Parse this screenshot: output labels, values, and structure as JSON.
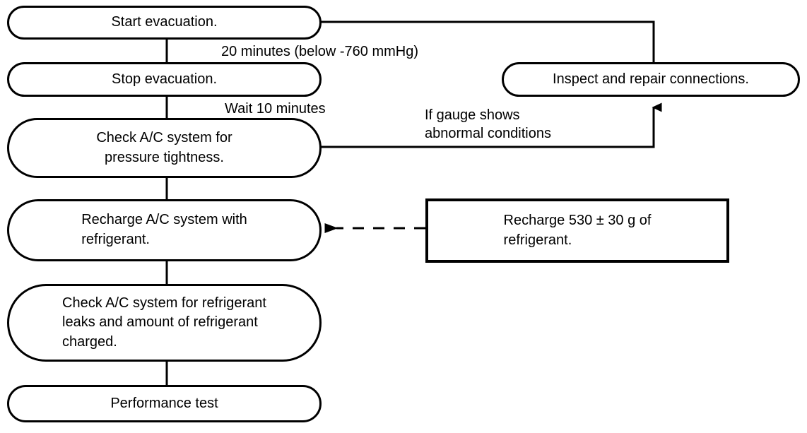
{
  "diagram": {
    "title": "A/C system evacuation and recharge procedure flowchart",
    "stroke_color": "#000000",
    "background_color": "#ffffff",
    "nodes": [
      {
        "id": "start-evacuation",
        "shape": "stadium",
        "text": "Start evacuation.",
        "align": "center"
      },
      {
        "id": "stop-evacuation",
        "shape": "stadium",
        "text": "Stop evacuation.",
        "align": "center"
      },
      {
        "id": "check-pressure-tightness",
        "shape": "stadium",
        "text": "Check A/C system for\npressure tightness.",
        "align": "center"
      },
      {
        "id": "recharge-system",
        "shape": "stadium",
        "text": "Recharge A/C system with\nrefrigerant.",
        "align": "left"
      },
      {
        "id": "check-leaks",
        "shape": "stadium",
        "text": "Check A/C system for refrigerant\nleaks and amount of refrigerant\ncharged.",
        "align": "left"
      },
      {
        "id": "performance-test",
        "shape": "stadium",
        "text": "Performance test",
        "align": "center"
      },
      {
        "id": "inspect-repair",
        "shape": "stadium",
        "text": "Inspect and repair connections.",
        "align": "center"
      },
      {
        "id": "recharge-amount-note",
        "shape": "rectangle",
        "text": "Recharge 530 ± 30 g of\nrefrigerant.",
        "align": "left"
      }
    ],
    "edge_labels": [
      {
        "id": "evacuation-duration",
        "text": "20 minutes (below -760 mmHg)"
      },
      {
        "id": "wait-duration",
        "text": "Wait 10 minutes"
      },
      {
        "id": "abnormal-gauge-condition",
        "text": "If gauge shows\nabnormal conditions"
      }
    ],
    "connectors": [
      {
        "id": "start-to-stop",
        "from": "start-evacuation",
        "to": "stop-evacuation",
        "style": "solid",
        "arrow": false
      },
      {
        "id": "stop-to-check-pressure",
        "from": "stop-evacuation",
        "to": "check-pressure-tightness",
        "style": "solid",
        "arrow": false
      },
      {
        "id": "check-pressure-to-recharge",
        "from": "check-pressure-tightness",
        "to": "recharge-system",
        "style": "solid",
        "arrow": false
      },
      {
        "id": "recharge-to-check-leaks",
        "from": "recharge-system",
        "to": "check-leaks",
        "style": "solid",
        "arrow": false
      },
      {
        "id": "check-leaks-to-performance-test",
        "from": "check-leaks",
        "to": "performance-test",
        "style": "solid",
        "arrow": false
      },
      {
        "id": "start-to-inspect",
        "from": "start-evacuation",
        "to": "inspect-repair",
        "style": "solid",
        "arrow": false
      },
      {
        "id": "check-pressure-to-inspect",
        "from": "check-pressure-tightness",
        "to": "inspect-repair",
        "style": "solid",
        "arrow": true
      },
      {
        "id": "note-to-recharge",
        "from": "recharge-amount-note",
        "to": "recharge-system",
        "style": "dashed",
        "arrow": true
      }
    ]
  }
}
